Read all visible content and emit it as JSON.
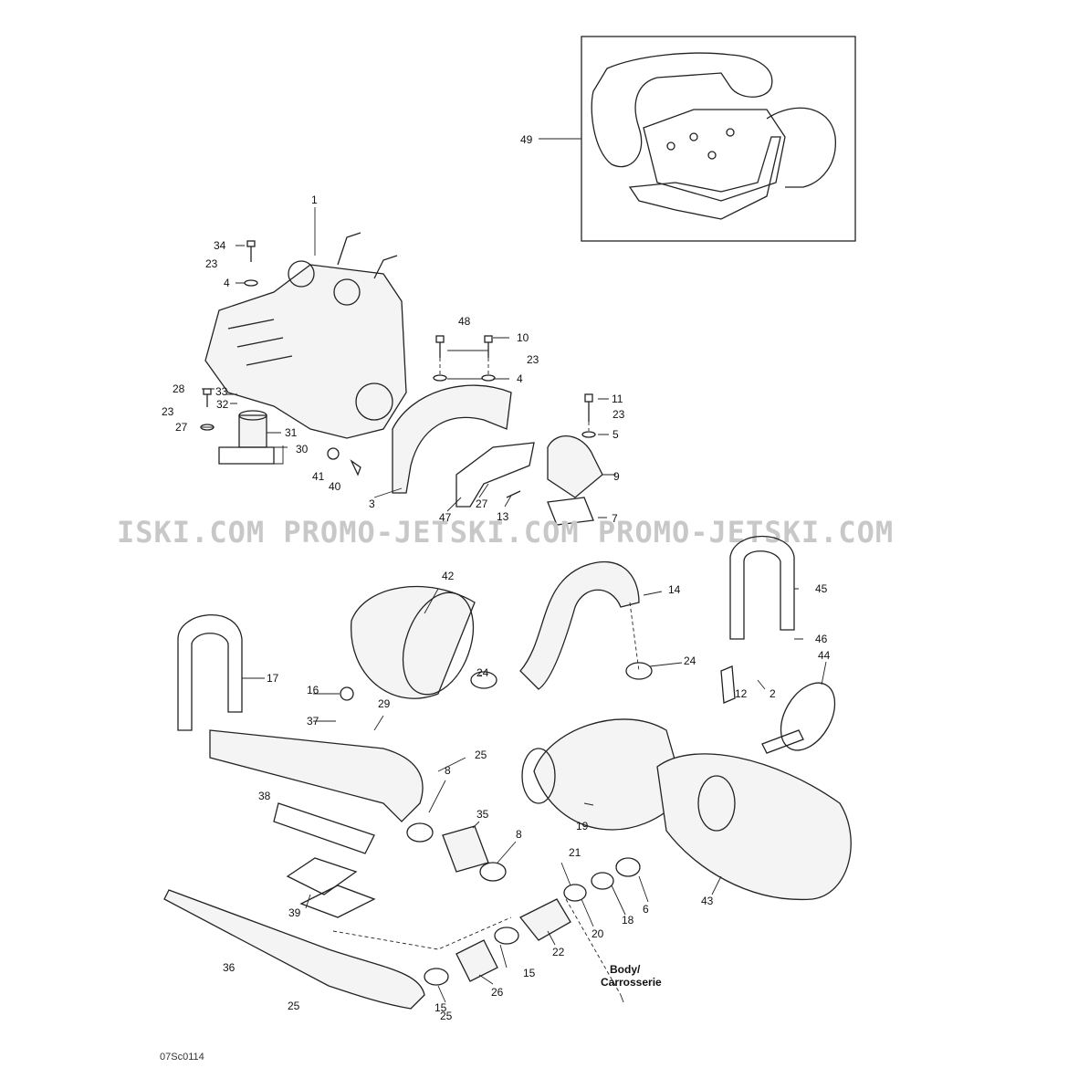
{
  "callouts": [
    {
      "id": "c49",
      "text": "49"
    },
    {
      "id": "c1",
      "text": "1"
    },
    {
      "id": "c34",
      "text": "34"
    },
    {
      "id": "c23a",
      "text": "23"
    },
    {
      "id": "c4a",
      "text": "4"
    },
    {
      "id": "c48",
      "text": "48"
    },
    {
      "id": "c10",
      "text": "10"
    },
    {
      "id": "c23b",
      "text": "23"
    },
    {
      "id": "c4b",
      "text": "4"
    },
    {
      "id": "c28",
      "text": "28"
    },
    {
      "id": "c33",
      "text": "33"
    },
    {
      "id": "c23c",
      "text": "23"
    },
    {
      "id": "c32",
      "text": "32"
    },
    {
      "id": "c27a",
      "text": "27"
    },
    {
      "id": "c31",
      "text": "31"
    },
    {
      "id": "c30",
      "text": "30"
    },
    {
      "id": "c41",
      "text": "41"
    },
    {
      "id": "c40",
      "text": "40"
    },
    {
      "id": "c3",
      "text": "3"
    },
    {
      "id": "c47",
      "text": "47"
    },
    {
      "id": "c27b",
      "text": "27"
    },
    {
      "id": "c13",
      "text": "13"
    },
    {
      "id": "c11",
      "text": "11"
    },
    {
      "id": "c23d",
      "text": "23"
    },
    {
      "id": "c5",
      "text": "5"
    },
    {
      "id": "c9",
      "text": "9"
    },
    {
      "id": "c7",
      "text": "7"
    },
    {
      "id": "c42",
      "text": "42"
    },
    {
      "id": "c14",
      "text": "14"
    },
    {
      "id": "c45",
      "text": "45"
    },
    {
      "id": "c46",
      "text": "46"
    },
    {
      "id": "c44",
      "text": "44"
    },
    {
      "id": "c17",
      "text": "17"
    },
    {
      "id": "c24a",
      "text": "24"
    },
    {
      "id": "c24b",
      "text": "24"
    },
    {
      "id": "c2",
      "text": "2"
    },
    {
      "id": "c12",
      "text": "12"
    },
    {
      "id": "c16",
      "text": "16"
    },
    {
      "id": "c37",
      "text": "37"
    },
    {
      "id": "c29",
      "text": "29"
    },
    {
      "id": "c25a",
      "text": "25"
    },
    {
      "id": "c8a",
      "text": "8"
    },
    {
      "id": "c38",
      "text": "38"
    },
    {
      "id": "c35",
      "text": "35"
    },
    {
      "id": "c19",
      "text": "19"
    },
    {
      "id": "c8b",
      "text": "8"
    },
    {
      "id": "c21",
      "text": "21"
    },
    {
      "id": "c18",
      "text": "18"
    },
    {
      "id": "c6",
      "text": "6"
    },
    {
      "id": "c43",
      "text": "43"
    },
    {
      "id": "c39",
      "text": "39"
    },
    {
      "id": "c20",
      "text": "20"
    },
    {
      "id": "c22",
      "text": "22"
    },
    {
      "id": "c36",
      "text": "36"
    },
    {
      "id": "c15a",
      "text": "15"
    },
    {
      "id": "c15b",
      "text": "15"
    },
    {
      "id": "c26",
      "text": "26"
    },
    {
      "id": "c25b",
      "text": "25"
    },
    {
      "id": "c25c",
      "text": "25"
    }
  ],
  "watermark": "ISKI.COM   PROMO-JETSKI.COM   PROMO-JETSKI.COM",
  "body_note_line1": "Body/",
  "body_note_line2": "Carrosserie",
  "drawing_ref": "07Sc0114"
}
